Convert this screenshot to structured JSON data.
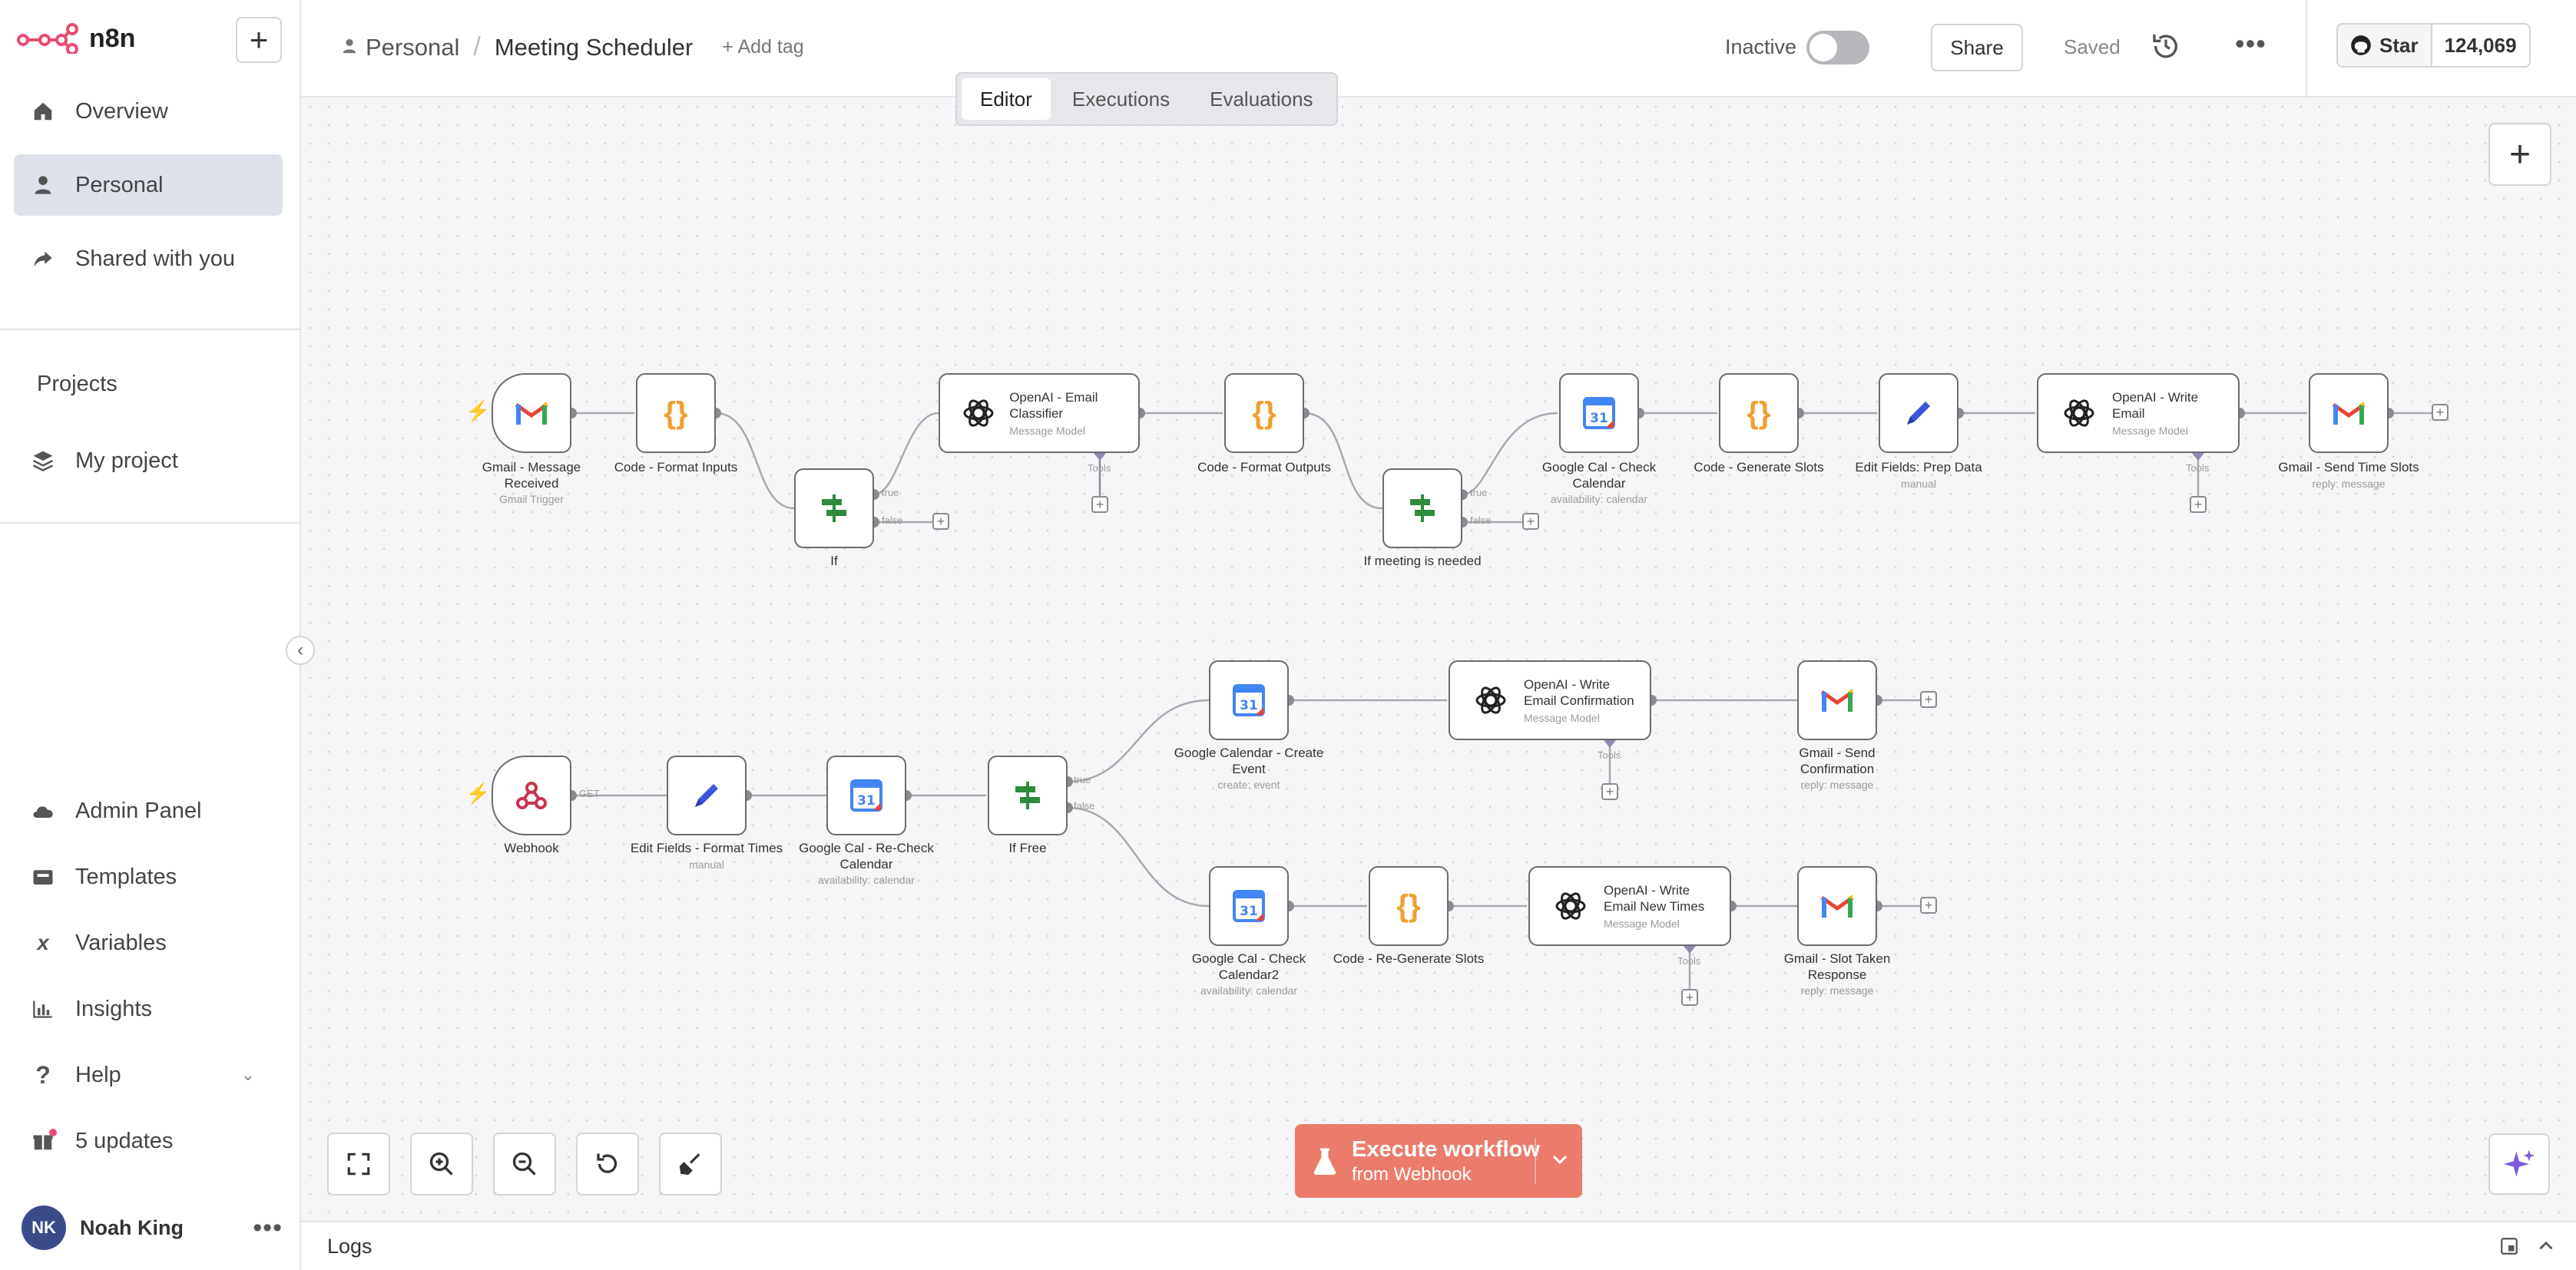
{
  "app": {
    "brand": "n8n"
  },
  "sidebar": {
    "new_button": "+",
    "nav": [
      {
        "label": "Overview",
        "icon": "home-icon"
      },
      {
        "label": "Personal",
        "icon": "user-icon"
      },
      {
        "label": "Shared with you",
        "icon": "share-icon"
      }
    ],
    "projects_heading": "Projects",
    "projects": [
      {
        "label": "My project",
        "icon": "layers-icon"
      }
    ],
    "bottom": [
      {
        "label": "Admin Panel",
        "icon": "cloud-icon"
      },
      {
        "label": "Templates",
        "icon": "box-icon"
      },
      {
        "label": "Variables",
        "icon": "variable-icon"
      },
      {
        "label": "Insights",
        "icon": "chart-icon"
      },
      {
        "label": "Help",
        "icon": "help-icon"
      },
      {
        "label": "5 updates",
        "icon": "gift-icon"
      }
    ],
    "user": {
      "initials": "NK",
      "name": "Noah King"
    }
  },
  "header": {
    "project": "Personal",
    "separator": "/",
    "workflow_name": "Meeting Scheduler",
    "add_tag": "+ Add tag",
    "tabs": [
      "Editor",
      "Executions",
      "Evaluations"
    ],
    "active_tab": "Editor",
    "status": "Inactive",
    "share": "Share",
    "saved": "Saved",
    "github": {
      "star": "Star",
      "count": "124,069"
    }
  },
  "nodes": {
    "n1": {
      "label": "Gmail - Message Received",
      "sub": "Gmail Trigger"
    },
    "n2": {
      "label": "Code - Format Inputs"
    },
    "n3": {
      "label": "If"
    },
    "n4": {
      "title": "OpenAI - Email Classifier",
      "sub": "Message Model"
    },
    "n5": {
      "label": "Code - Format Outputs"
    },
    "n6": {
      "label": "If meeting is needed"
    },
    "n7": {
      "label": "Google Cal - Check Calendar",
      "sub": "availability: calendar"
    },
    "n8": {
      "label": "Code - Generate Slots"
    },
    "n9": {
      "label": "Edit Fields: Prep Data",
      "sub": "manual"
    },
    "n10": {
      "title": "OpenAI - Write Email",
      "sub": "Message Model"
    },
    "n11": {
      "label": "Gmail - Send Time Slots",
      "sub": "reply: message"
    },
    "w1": {
      "label": "Webhook"
    },
    "w2": {
      "label": "Edit Fields - Format Times",
      "sub": "manual"
    },
    "w3": {
      "label": "Google Cal - Re-Check Calendar",
      "sub": "availability: calendar"
    },
    "w4": {
      "label": "If Free"
    },
    "w5": {
      "label": "Google Calendar - Create Event",
      "sub": "create: event"
    },
    "w6": {
      "title": "OpenAI - Write Email Confirmation",
      "sub": "Message Model"
    },
    "w7": {
      "label": "Gmail - Send Confirmation",
      "sub": "reply: message"
    },
    "w8": {
      "label": "Google Cal - Check Calendar2",
      "sub": "availability: calendar"
    },
    "w9": {
      "label": "Code - Re-Generate Slots"
    },
    "w10": {
      "title": "OpenAI - Write Email New Times",
      "sub": "Message Model"
    },
    "w11": {
      "label": "Gmail - Slot Taken Response",
      "sub": "reply: message"
    }
  },
  "handles": {
    "true": "true",
    "false": "false",
    "tools": "Tools",
    "get": "GET"
  },
  "execute": {
    "title": "Execute workflow",
    "subtitle": "from Webhook"
  },
  "logs": {
    "label": "Logs"
  }
}
